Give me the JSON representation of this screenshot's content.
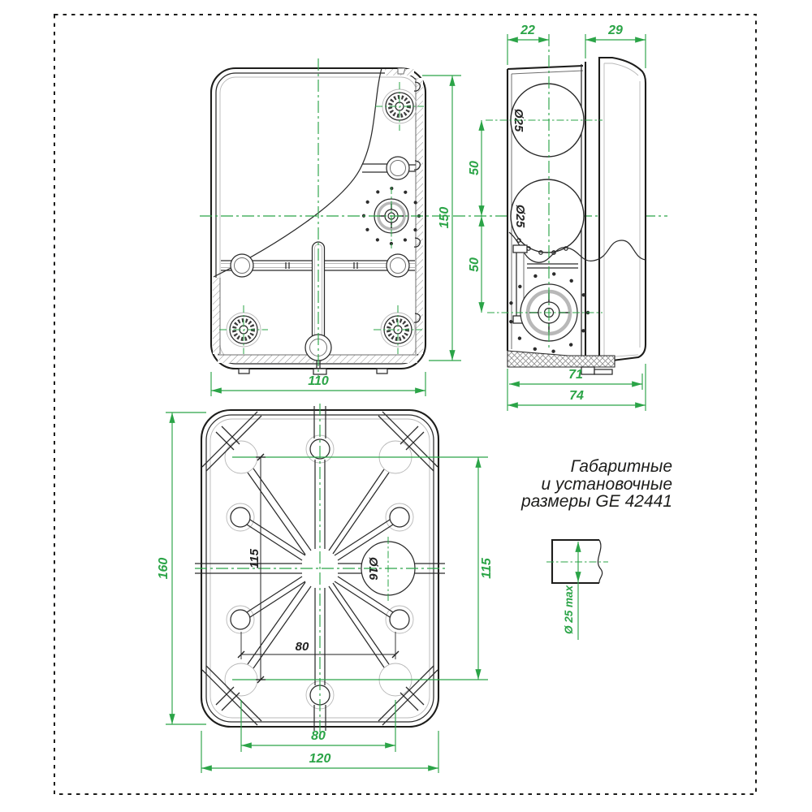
{
  "colors": {
    "dim": "#2ba447",
    "line": "#1d1d1b",
    "light": "#b8b8b8",
    "bg": "#ffffff"
  },
  "title": {
    "line1": "Габаритные",
    "line2": "и установочные",
    "line3": "размеры GE 42441"
  },
  "front_view": {
    "height": "150",
    "width": "110"
  },
  "side_view": {
    "top_depth": "22",
    "lid_depth": "29",
    "hole_spacing_upper": "50",
    "hole_spacing_lower": "50",
    "knockout_upper": "Ø25",
    "knockout_lower": "Ø25",
    "base_width": "71",
    "overall_width": "74"
  },
  "bottom_view": {
    "height": "160",
    "width": "120",
    "mount_spacing_v": "115",
    "mount_spacing_v_inner": "115",
    "mount_spacing_h": "80",
    "mount_spacing_h_inner": "80",
    "knockout": "Ø16"
  },
  "detail_view": {
    "max_diameter": "Ø 25 max"
  }
}
